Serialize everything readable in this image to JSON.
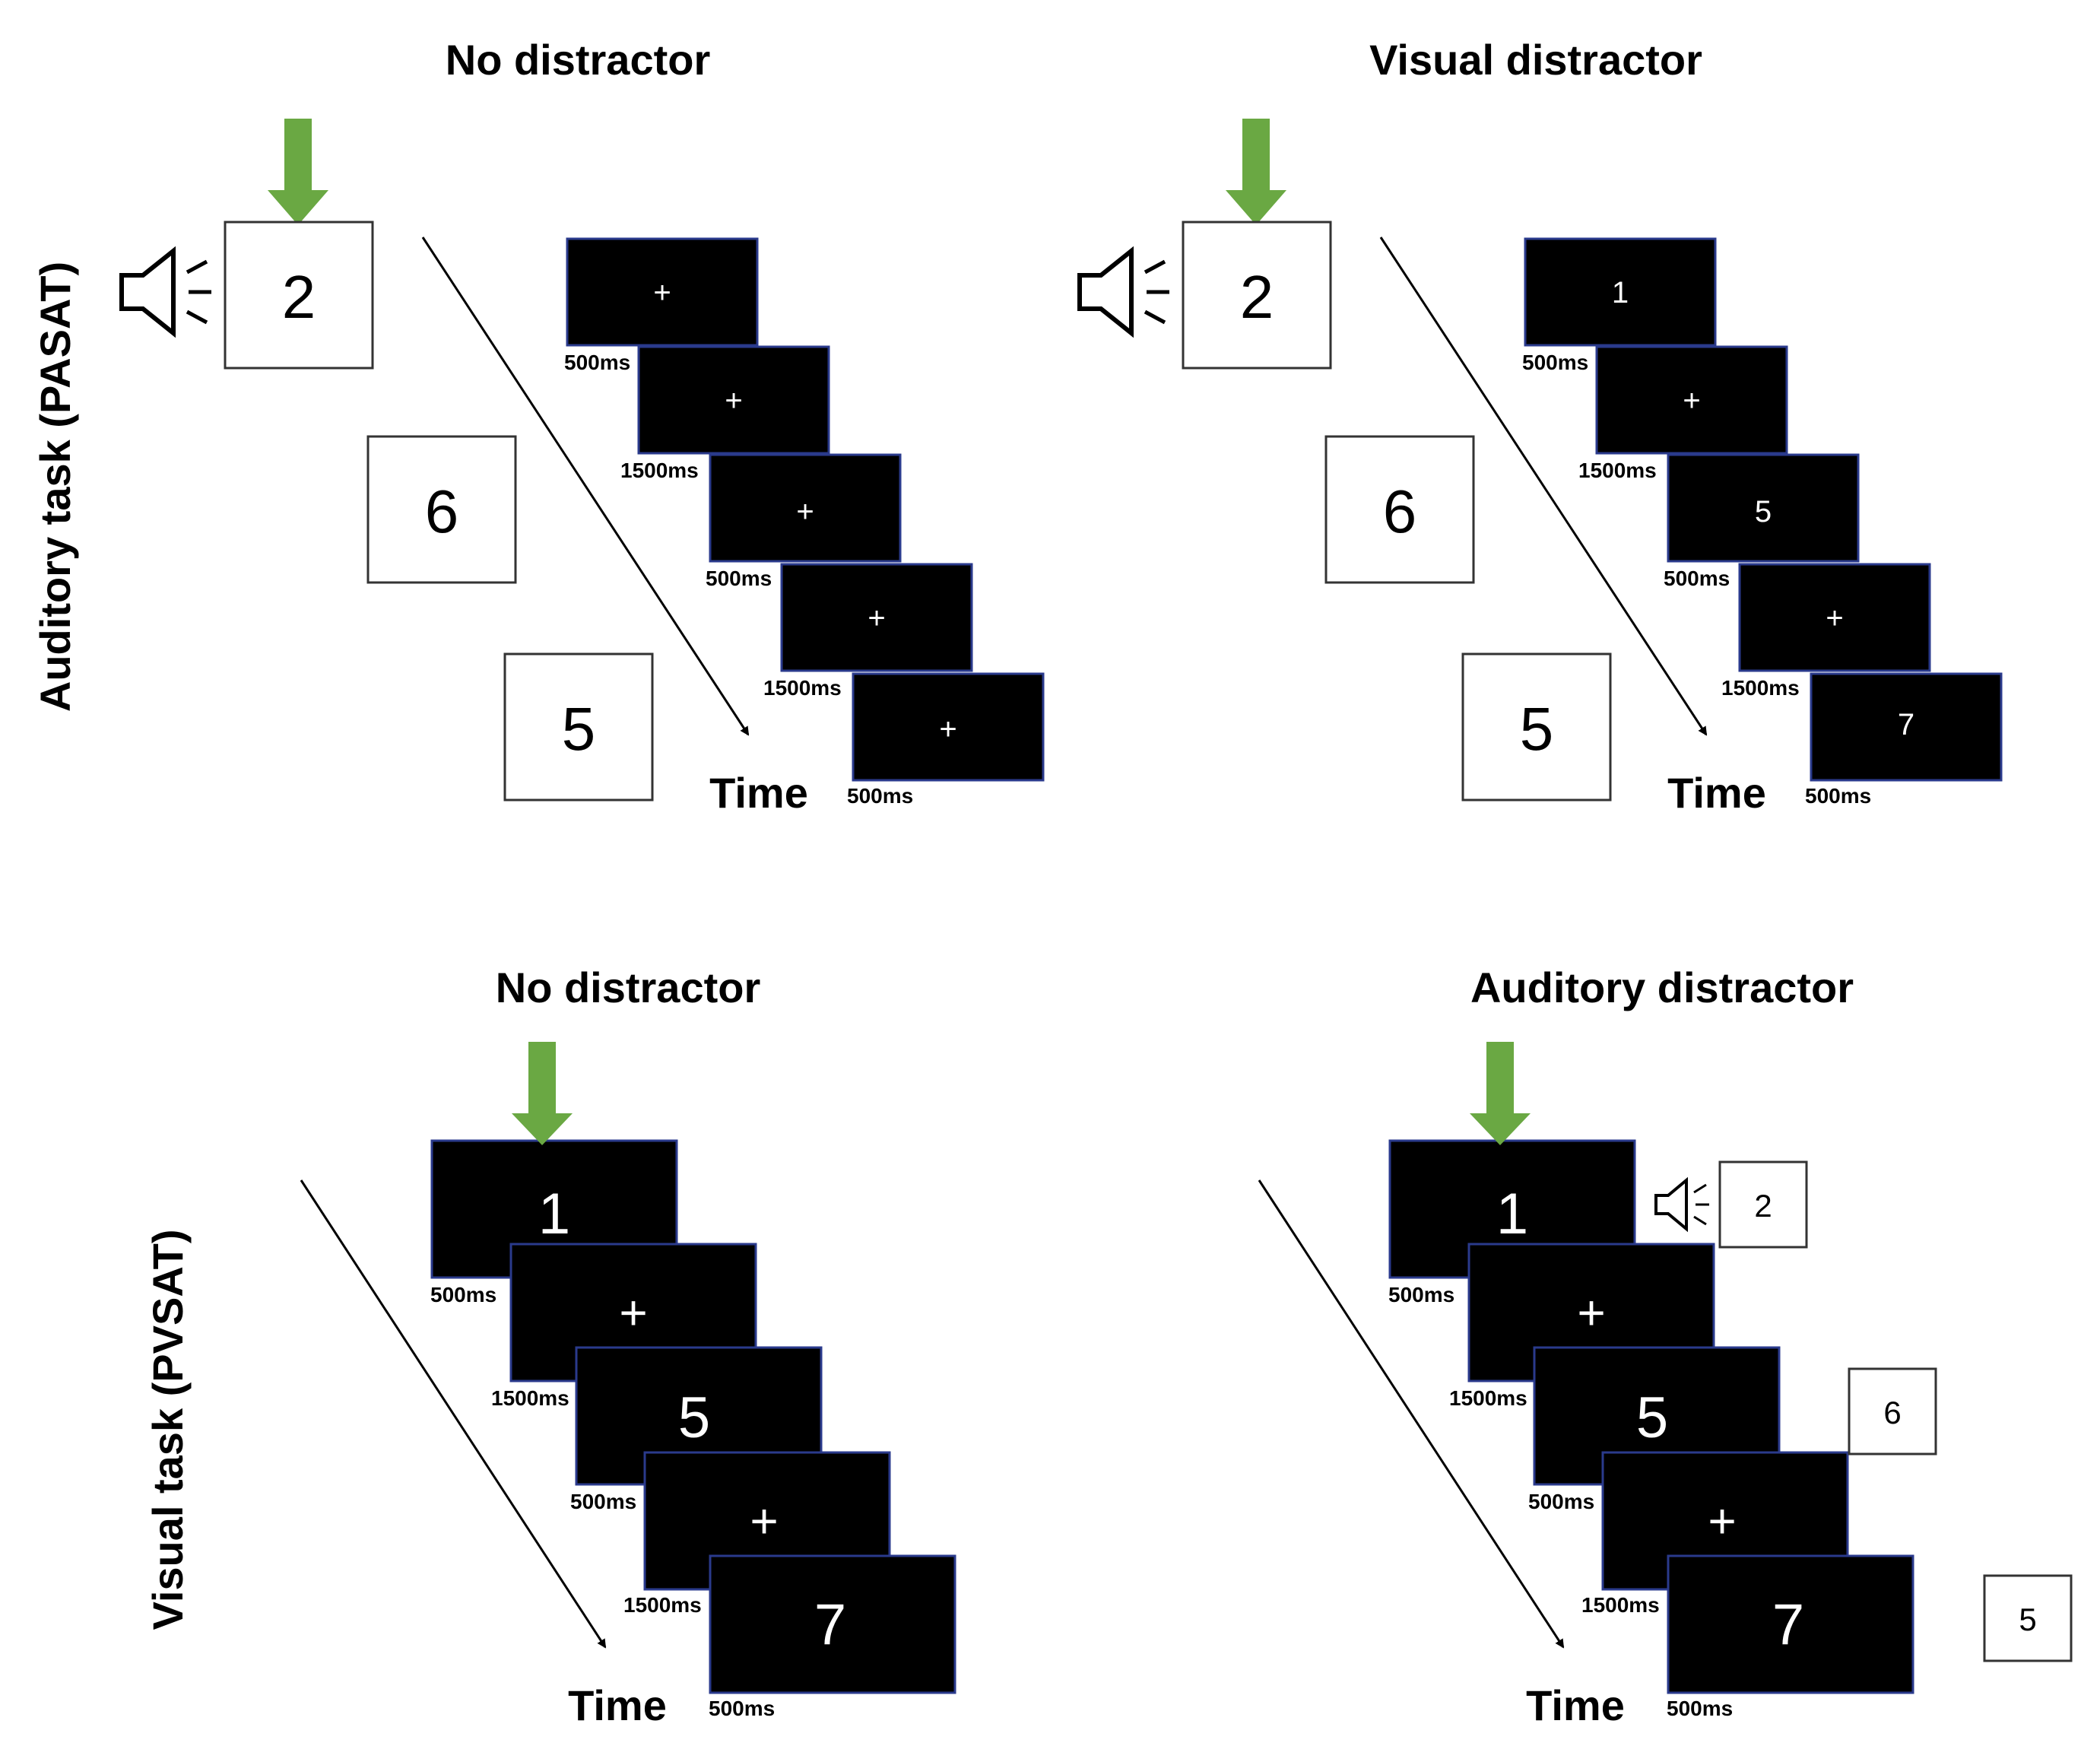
{
  "rows": [
    {
      "label": "Auditory task (PASAT)"
    },
    {
      "label": "Visual task (PVSAT)"
    }
  ],
  "panels": [
    {
      "title": "No distractor",
      "time_label": "Time",
      "heard_digits": [
        "2",
        "6",
        "5"
      ],
      "screens": [
        {
          "symbol": "+",
          "duration": "500ms"
        },
        {
          "symbol": "+",
          "duration": "1500ms"
        },
        {
          "symbol": "+",
          "duration": "500ms"
        },
        {
          "symbol": "+",
          "duration": "1500ms"
        },
        {
          "symbol": "+",
          "duration": "500ms"
        }
      ]
    },
    {
      "title": "Visual distractor",
      "time_label": "Time",
      "heard_digits": [
        "2",
        "6",
        "5"
      ],
      "screens": [
        {
          "symbol": "1",
          "duration": "500ms"
        },
        {
          "symbol": "+",
          "duration": "1500ms"
        },
        {
          "symbol": "5",
          "duration": "500ms"
        },
        {
          "symbol": "+",
          "duration": "1500ms"
        },
        {
          "symbol": "7",
          "duration": "500ms"
        }
      ]
    },
    {
      "title": "No distractor",
      "time_label": "Time",
      "screens": [
        {
          "symbol": "1",
          "duration": "500ms"
        },
        {
          "symbol": "+",
          "duration": "1500ms"
        },
        {
          "symbol": "5",
          "duration": "500ms"
        },
        {
          "symbol": "+",
          "duration": "1500ms"
        },
        {
          "symbol": "7",
          "duration": "500ms"
        }
      ]
    },
    {
      "title": "Auditory distractor",
      "time_label": "Time",
      "heard_digits": [
        "2",
        "6",
        "5"
      ],
      "screens": [
        {
          "symbol": "1",
          "duration": "500ms"
        },
        {
          "symbol": "+",
          "duration": "1500ms"
        },
        {
          "symbol": "5",
          "duration": "500ms"
        },
        {
          "symbol": "+",
          "duration": "1500ms"
        },
        {
          "symbol": "7",
          "duration": "500ms"
        }
      ]
    }
  ],
  "colors": {
    "cue_arrow": "#6aa843",
    "screen_fill": "#000000",
    "screen_border": "#2a3a8c",
    "screen_text": "#ffffff"
  },
  "icons": {
    "cue": "green-down-arrow-icon",
    "sound": "speaker-icon"
  }
}
